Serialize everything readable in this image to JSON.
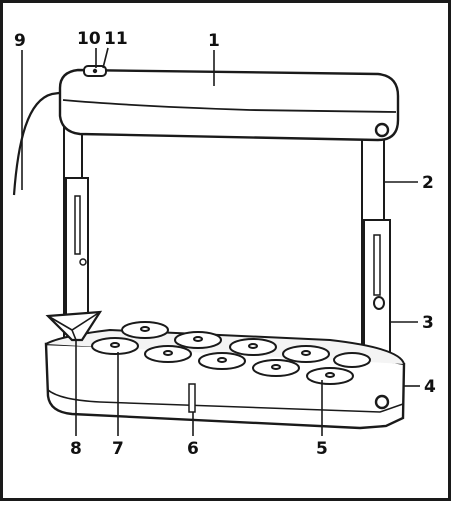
{
  "diagram": {
    "callouts": [
      {
        "id": "1",
        "label": "1"
      },
      {
        "id": "2",
        "label": "2"
      },
      {
        "id": "3",
        "label": "3"
      },
      {
        "id": "4",
        "label": "4"
      },
      {
        "id": "5",
        "label": "5"
      },
      {
        "id": "6",
        "label": "6"
      },
      {
        "id": "7",
        "label": "7"
      },
      {
        "id": "8",
        "label": "8"
      },
      {
        "id": "9",
        "label": "9"
      },
      {
        "id": "10",
        "label": "10"
      },
      {
        "id": "11",
        "label": "11"
      }
    ],
    "colors": {
      "line": "#1a1a1a",
      "shade": "#e9e9e9",
      "background": "#ffffff"
    }
  }
}
